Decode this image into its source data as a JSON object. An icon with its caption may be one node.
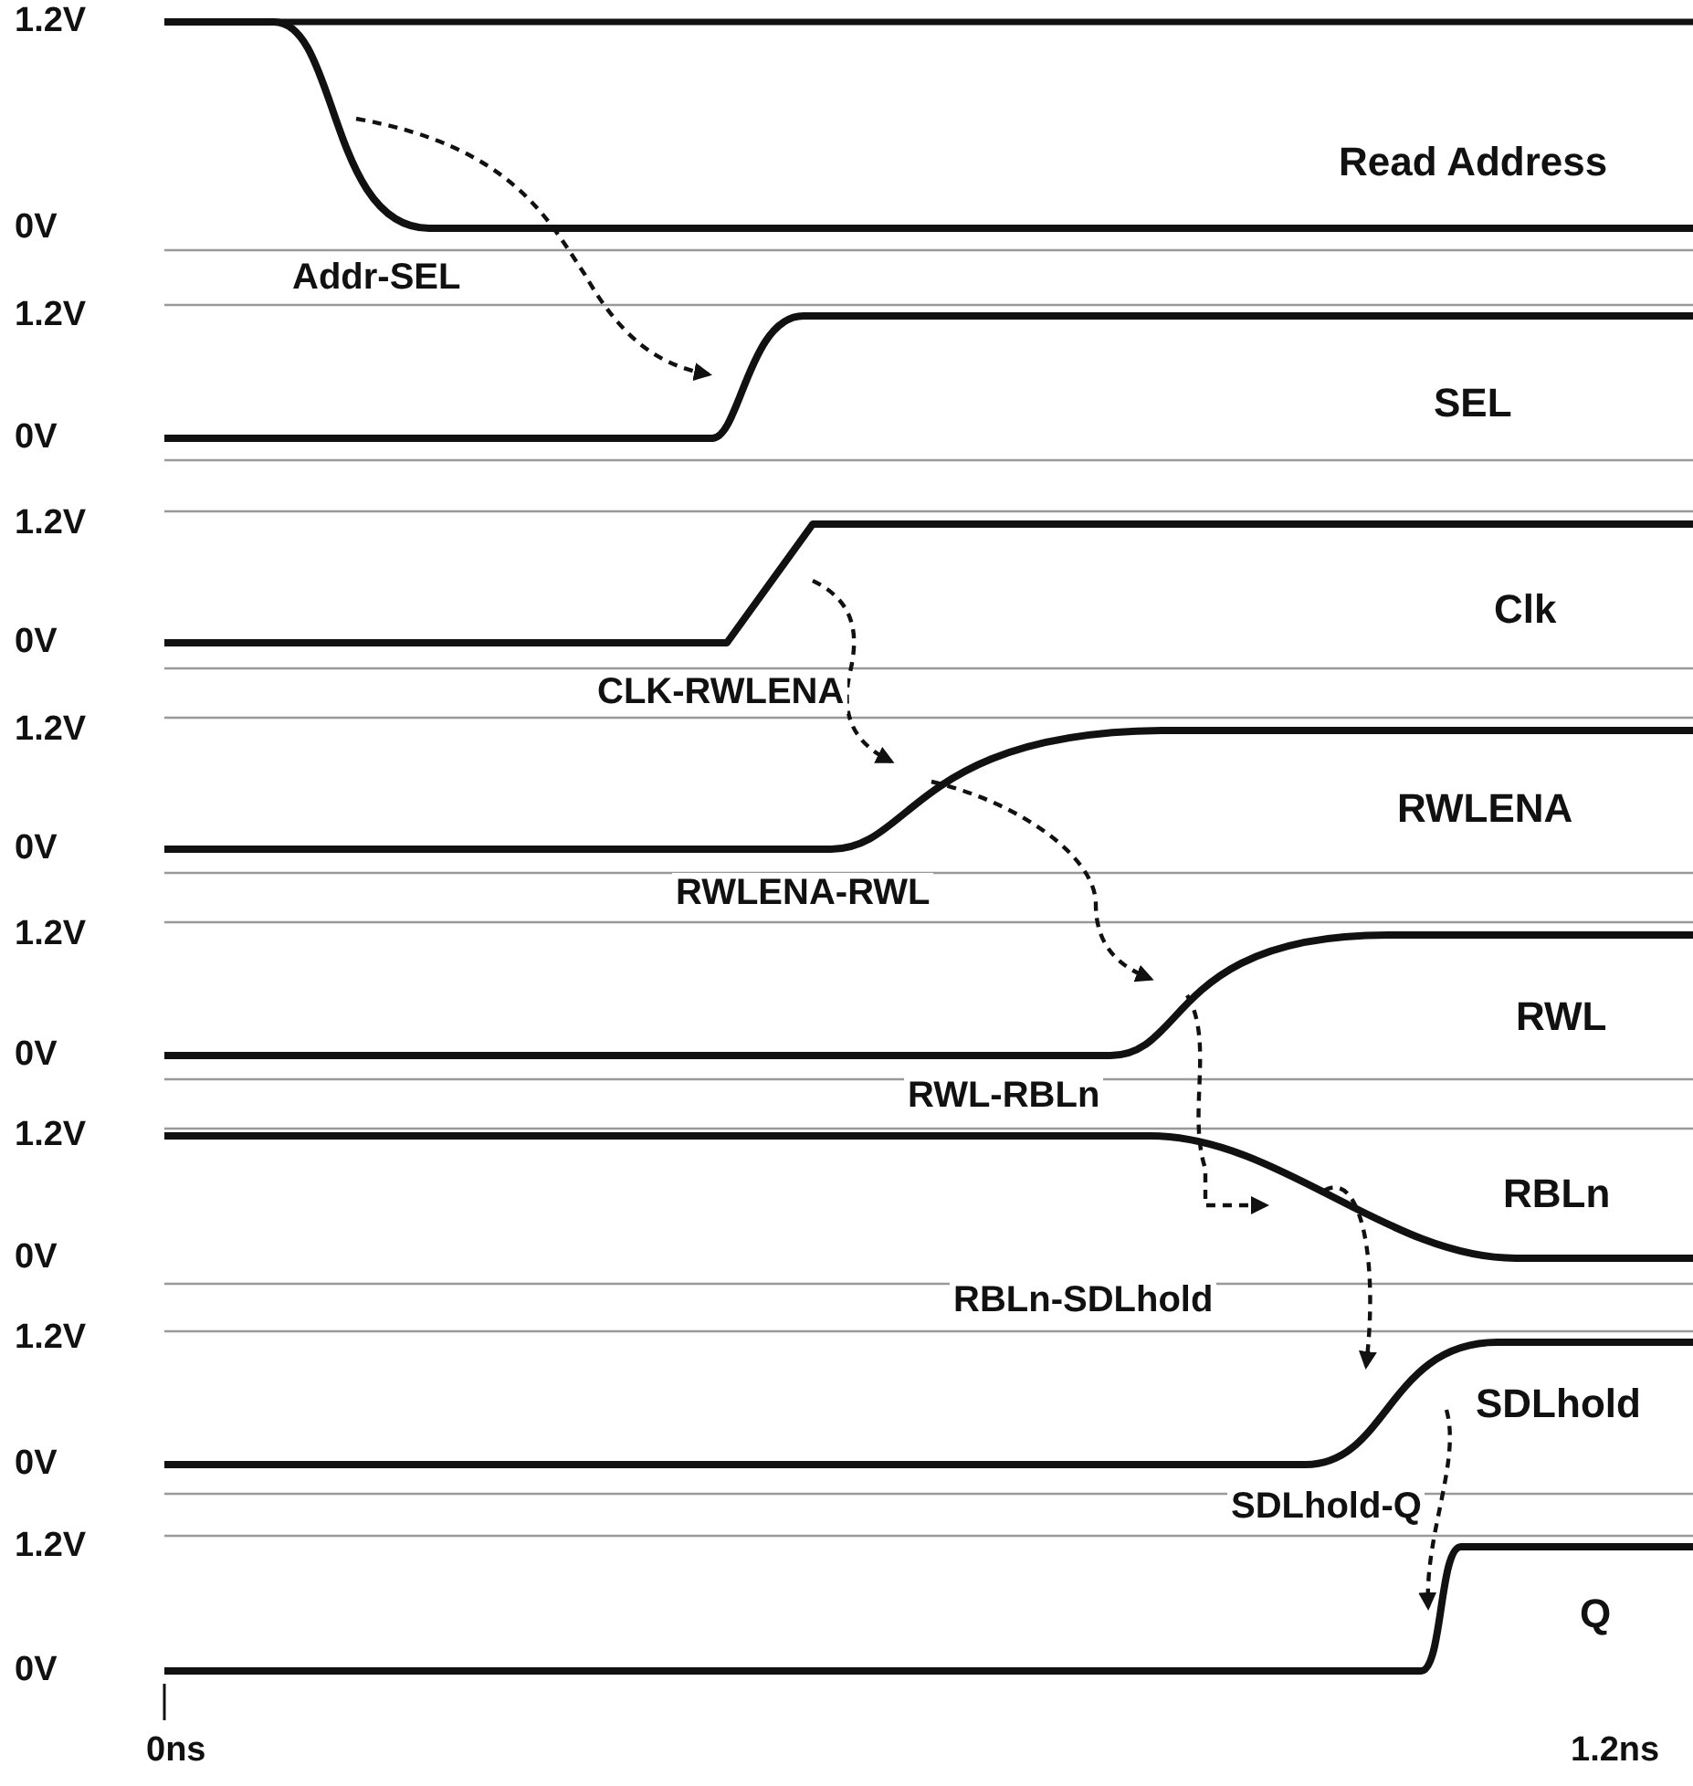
{
  "diagram": {
    "nodes": [
      {
        "text": [
          "Read Address"
        ]
      },
      {
        "text": [
          "SEL"
        ]
      },
      {
        "text": [
          "Clk"
        ]
      },
      {
        "text": [
          "RWLENA"
        ]
      },
      {
        "text": [
          "RWL"
        ]
      },
      {
        "text": [
          "RBLn"
        ]
      },
      {
        "text": [
          "SDLhold"
        ]
      },
      {
        "text": [
          "Q"
        ]
      }
    ],
    "edges": [
      {
        "from": 0,
        "to": 1,
        "arrow": "to",
        "style": "dashed",
        "label": "Addr-SEL"
      },
      {
        "from": 2,
        "to": 3,
        "arrow": "to",
        "style": "dashed",
        "label": "CLK-RWLENA"
      },
      {
        "from": 3,
        "to": 4,
        "arrow": "to",
        "style": "dashed",
        "label": "RWLENA-RWL"
      },
      {
        "from": 4,
        "to": 5,
        "arrow": "to",
        "style": "dashed",
        "label": "RWL-RBLn"
      },
      {
        "from": 5,
        "to": 6,
        "arrow": "to",
        "style": "dashed",
        "label": "RBLn-SDLhold"
      },
      {
        "from": 6,
        "to": 7,
        "arrow": "to",
        "style": "dashed",
        "label": "SDLhold-Q"
      }
    ],
    "labels": [
      "1.2V",
      "0V",
      "1.2V",
      "0V",
      "1.2V",
      "0V",
      "1.2V",
      "0V",
      "1.2V",
      "0V",
      "1.2V",
      "0V",
      "1.2V",
      "0V",
      "1.2V",
      "0V",
      "0ns",
      "1.2ns"
    ]
  }
}
